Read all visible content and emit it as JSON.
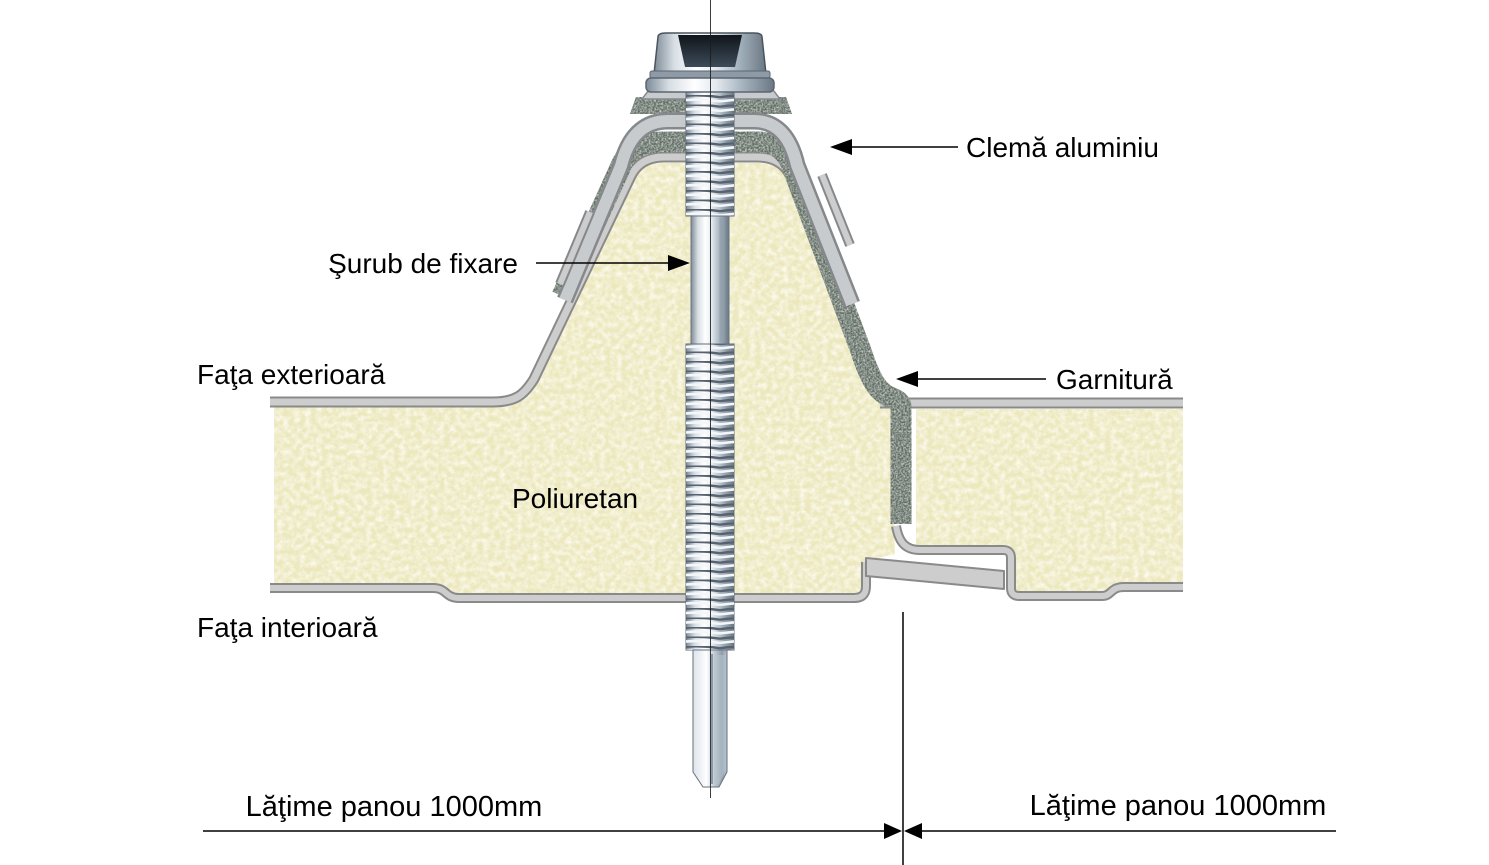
{
  "labels": {
    "clema": "Clemă aluminiu",
    "surub": "Şurub de fixare",
    "fata_exterioara": "Faţa exterioară",
    "garnitura": "Garnitură",
    "poliuretan": "Poliuretan",
    "fata_interioara": "Faţa interioară",
    "dim_left": "Lăţime panou 1000mm",
    "dim_right": "Lăţime panou 1000mm"
  },
  "colors": {
    "foam": "#ece8bc",
    "gasket": "#5d6a60",
    "sheet_fill": "#cdcdcd",
    "sheet_outline": "#8a8a8a",
    "clamp_fill": "#c8cbcd",
    "clamp_outline": "#85898c",
    "line": "#000000",
    "background": "#ffffff"
  }
}
